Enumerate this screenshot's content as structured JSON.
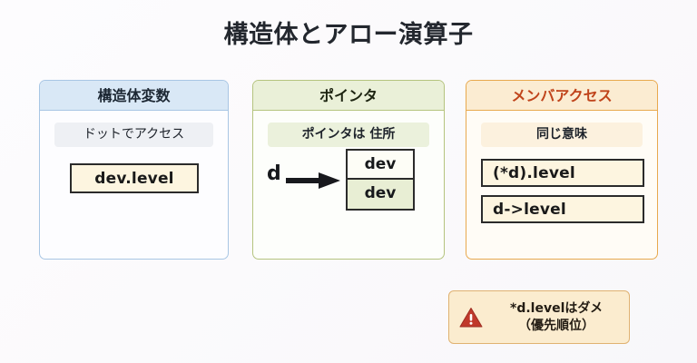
{
  "slide": {
    "title": "構造体とアロー演算子",
    "background_color": "#fbfafc"
  },
  "cards": [
    {
      "id": "struct",
      "header": "構造体変数",
      "header_bg": "#d9e8f6",
      "border_color": "#a8c6e4",
      "band": "ドットでアクセス",
      "code": "dev.level"
    },
    {
      "id": "pointer",
      "header": "ポインタ",
      "header_bg": "#eaf0d8",
      "border_color": "#b5c47f",
      "band": "ポインタは 住所",
      "pointer_label": "d",
      "memory_cells": [
        "dev",
        "dev"
      ]
    },
    {
      "id": "member",
      "header": "メンバアクセス",
      "header_bg": "#fbecd2",
      "header_color": "#c0441b",
      "border_color": "#e8a94e",
      "band": "同じ意味",
      "code_lines": [
        "(*d).level",
        "d->level"
      ]
    }
  ],
  "warning": {
    "icon": "warning-triangle-icon",
    "icon_color": "#c0392b",
    "line1": "*d.levelはダメ",
    "line2": "（優先順位）"
  }
}
